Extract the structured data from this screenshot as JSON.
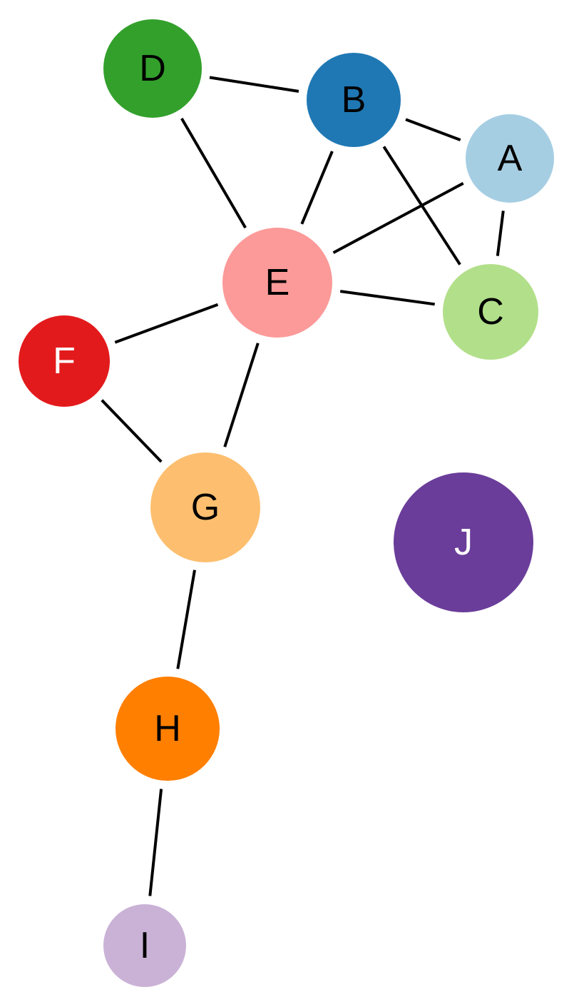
{
  "graph": {
    "nodes": [
      {
        "id": "A",
        "label": "A",
        "color": "#a6cee3",
        "text_color": "#000000"
      },
      {
        "id": "B",
        "label": "B",
        "color": "#1f78b4",
        "text_color": "#000000"
      },
      {
        "id": "C",
        "label": "C",
        "color": "#b2df8a",
        "text_color": "#000000"
      },
      {
        "id": "D",
        "label": "D",
        "color": "#33a02c",
        "text_color": "#000000"
      },
      {
        "id": "E",
        "label": "E",
        "color": "#fb9a99",
        "text_color": "#000000"
      },
      {
        "id": "F",
        "label": "F",
        "color": "#e31a1c",
        "text_color": "#ffffff"
      },
      {
        "id": "G",
        "label": "G",
        "color": "#fdbf6f",
        "text_color": "#000000"
      },
      {
        "id": "H",
        "label": "H",
        "color": "#ff7f00",
        "text_color": "#000000"
      },
      {
        "id": "I",
        "label": "I",
        "color": "#cab2d6",
        "text_color": "#000000"
      },
      {
        "id": "J",
        "label": "J",
        "color": "#6a3d9a",
        "text_color": "#ffffff"
      }
    ],
    "edges": [
      {
        "source": "D",
        "target": "B"
      },
      {
        "source": "D",
        "target": "E"
      },
      {
        "source": "B",
        "target": "A"
      },
      {
        "source": "B",
        "target": "E"
      },
      {
        "source": "B",
        "target": "C"
      },
      {
        "source": "A",
        "target": "C"
      },
      {
        "source": "A",
        "target": "E"
      },
      {
        "source": "E",
        "target": "C"
      },
      {
        "source": "E",
        "target": "F"
      },
      {
        "source": "E",
        "target": "G"
      },
      {
        "source": "F",
        "target": "G"
      },
      {
        "source": "G",
        "target": "H"
      },
      {
        "source": "H",
        "target": "I"
      }
    ]
  }
}
